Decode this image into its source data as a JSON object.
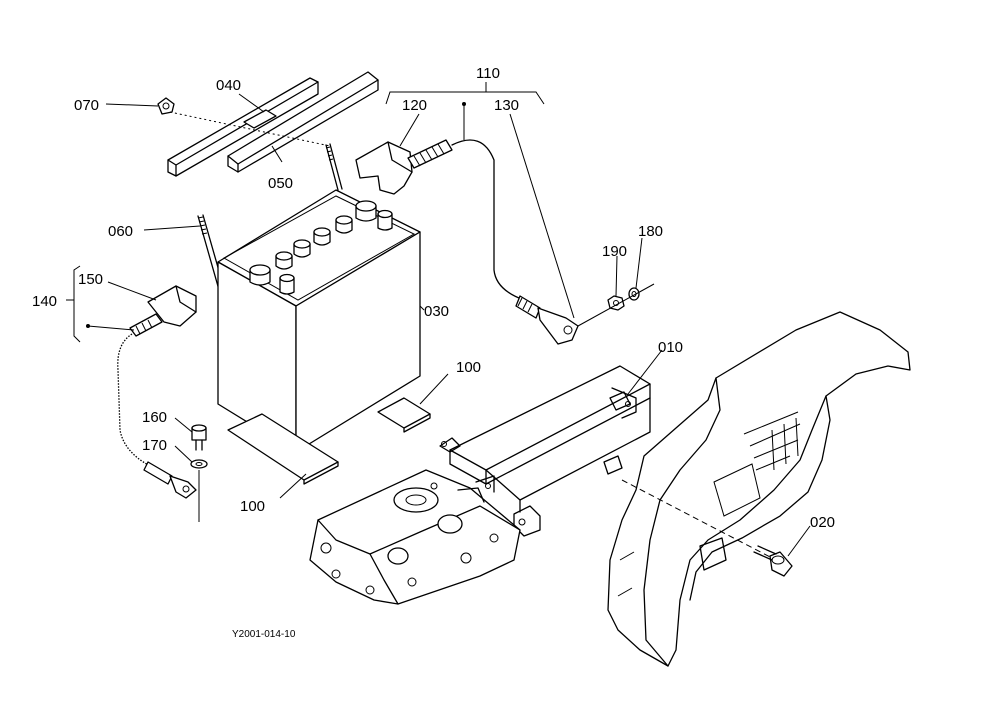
{
  "figure_code": "Y2001-014-10",
  "callouts": {
    "p010": "010",
    "p020": "020",
    "p030": "030",
    "p040": "040",
    "p050": "050",
    "p060": "060",
    "p070": "070",
    "p100a": "100",
    "p100b": "100",
    "p110": "110",
    "p120": "120",
    "p130": "130",
    "p140": "140",
    "p150": "150",
    "p160": "160",
    "p170": "170",
    "p180": "180",
    "p190": "190"
  }
}
